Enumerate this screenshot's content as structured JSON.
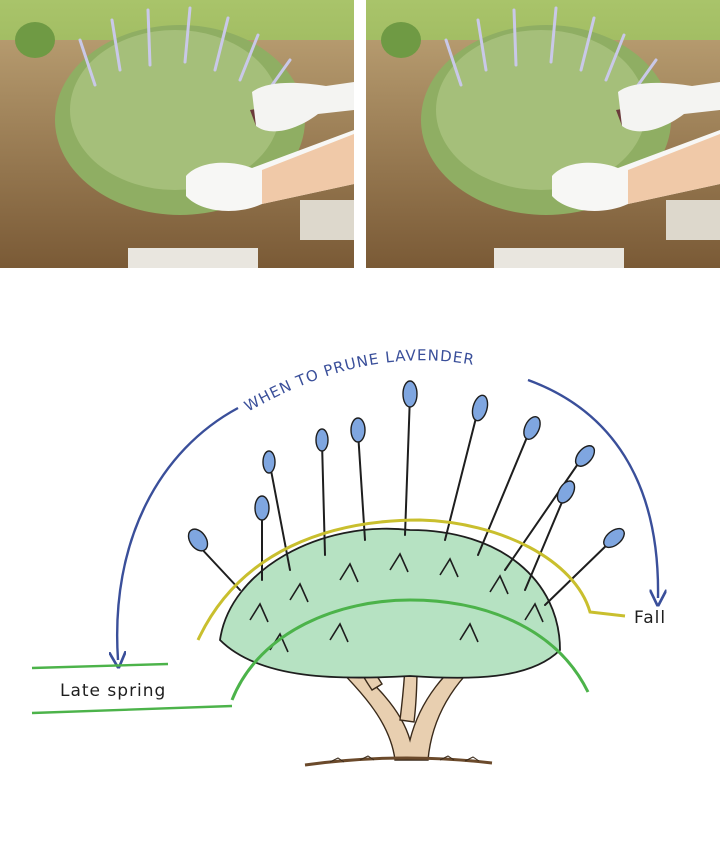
{
  "diagram": {
    "title": "WHEN TO PRUNE LAVENDER",
    "labels": {
      "late_spring": "Late spring",
      "fall": "Fall"
    },
    "colors": {
      "arrow": "#3a4f9a",
      "late_spring_line": "#4cb34a",
      "fall_line": "#c9bf2e",
      "foliage": "#b6e2c2",
      "flowers": "#7fa6e0",
      "stems": "#1e1e1e",
      "wood": "#e8cfb0",
      "soil": "#6b4a2b"
    }
  },
  "photos": [
    {
      "subject": "gloved hands pruning a lavender bush with shears"
    },
    {
      "subject": "gloved hands pruning a lavender bush with shears"
    }
  ]
}
